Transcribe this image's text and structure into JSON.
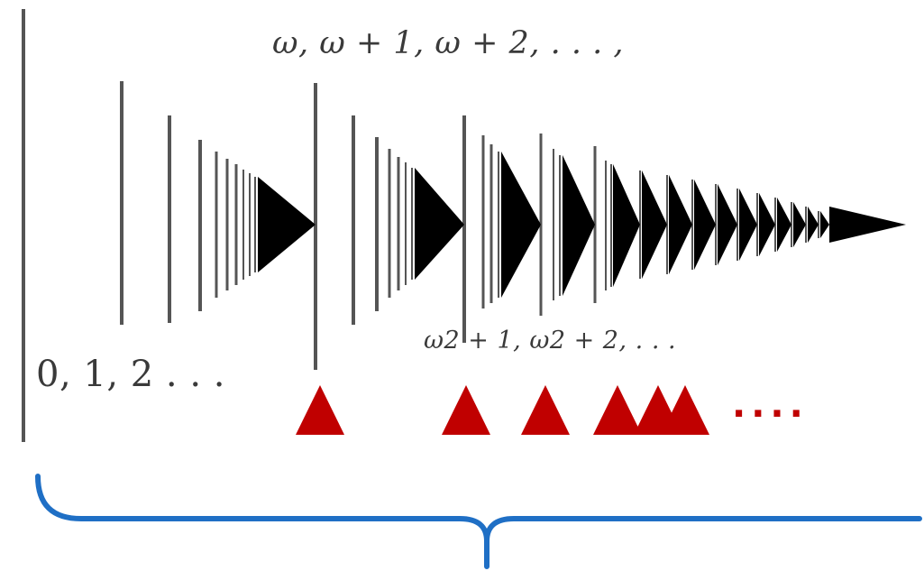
{
  "labels": {
    "finite_ordinals": "0, 1, 2 . . .",
    "omega_sequence": "ω, ω + 1, ω + 2, . . . ,",
    "omega_two_sequence": "ω2 + 1, ω2 + 2, . . ."
  },
  "continuation_dots": "....",
  "colors": {
    "bars": "#555555",
    "wedges": "#000000",
    "markers": "#c00000",
    "brace": "#1f6fc5"
  },
  "icons": {
    "marker": "red-triangle-icon",
    "brace": "curly-brace-icon"
  }
}
